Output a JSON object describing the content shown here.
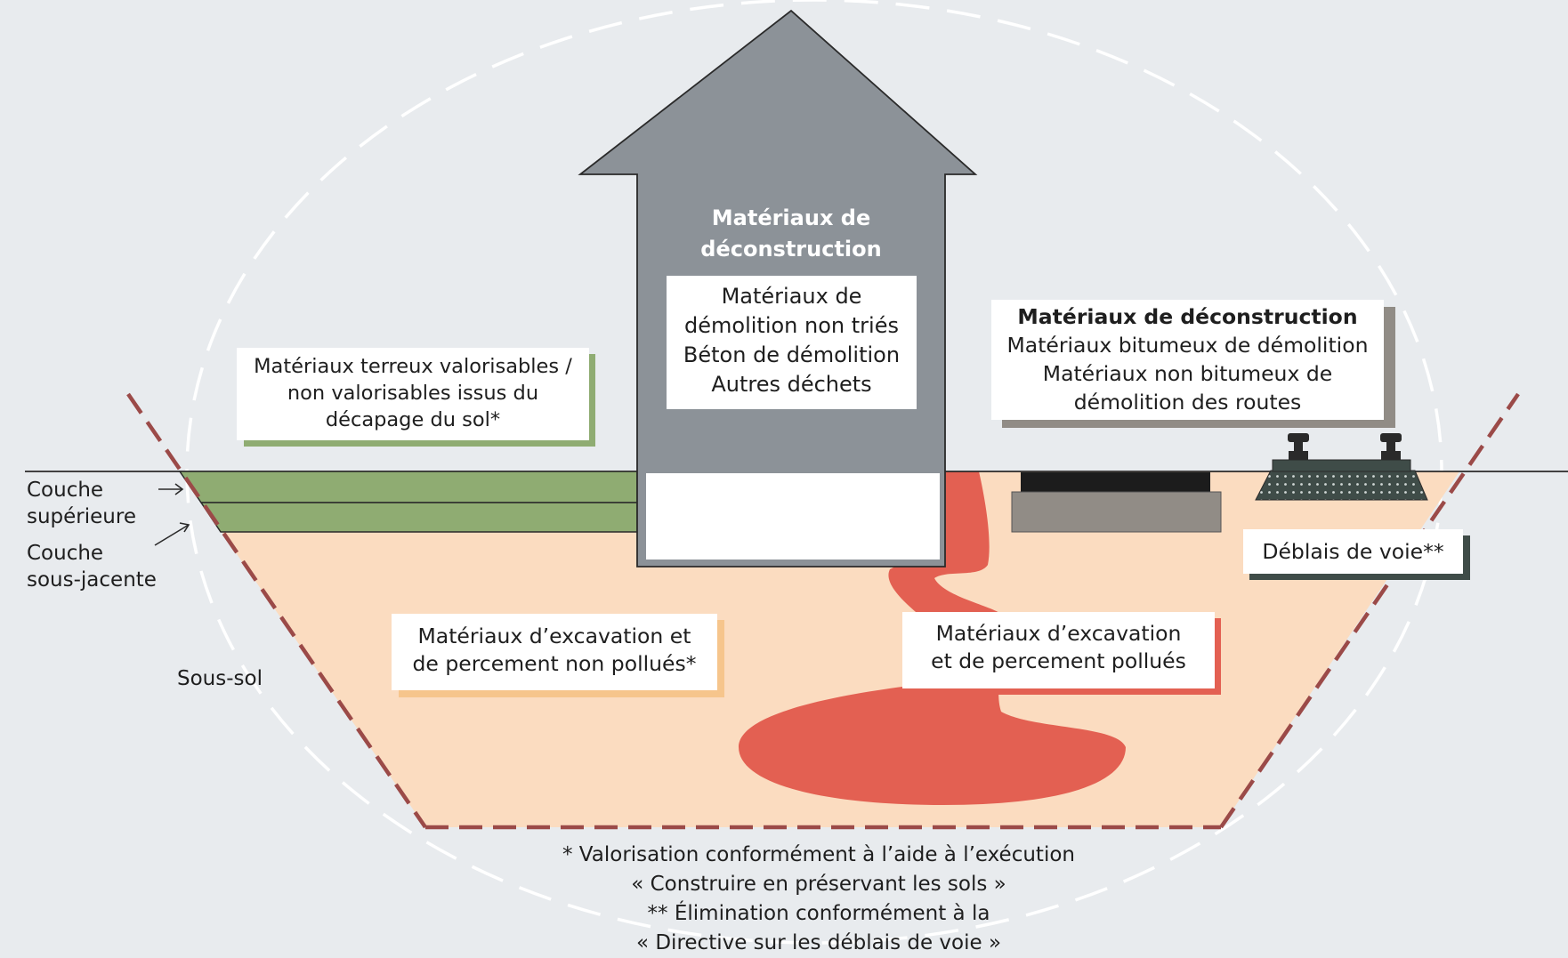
{
  "arrow": {
    "title_line1": "Matériaux de",
    "title_line2": "déconstruction",
    "box_lines": [
      "Matériaux de",
      "démolition non triés",
      "Béton de démolition",
      "Autres déchets"
    ]
  },
  "topsoil_box": {
    "lines": [
      "Matériaux terreux valorisables /",
      "non valorisables issus du",
      "décapage du sol*"
    ]
  },
  "road_box": {
    "title": "Matériaux de déconstruction",
    "lines": [
      "Matériaux bitumeux de démolition",
      "Matériaux non bitumeux de",
      "démolition des routes"
    ]
  },
  "track_box": {
    "label": "Déblais de voie**"
  },
  "clean_box": {
    "lines": [
      "Matériaux d’excavation et",
      "de percement non pollués*"
    ]
  },
  "polluted_box": {
    "lines": [
      "Matériaux d’excavation",
      "et de percement pollués"
    ]
  },
  "layers": {
    "top_line1": "Couche",
    "top_line2": "supérieure",
    "sub_line1": "Couche",
    "sub_line2": "sous-jacente",
    "subsoil": "Sous-sol"
  },
  "footnote": {
    "lines": [
      "* Valorisation conformément à l’aide à l’exécution",
      "« Construire en préservant les sols »",
      "** Élimination conformément à la",
      "« Directive sur les déblais de voie »"
    ]
  },
  "colors": {
    "background": "#e8ebee",
    "excavation": "#fbdcc0",
    "topsoil": "#8fac72",
    "pollution": "#e36052",
    "arrow": "#8c9298",
    "trench_border": "#9b4a48",
    "road_dark": "#1c1c1c",
    "road_base": "#918c86",
    "track_dark": "#3f4c48"
  }
}
